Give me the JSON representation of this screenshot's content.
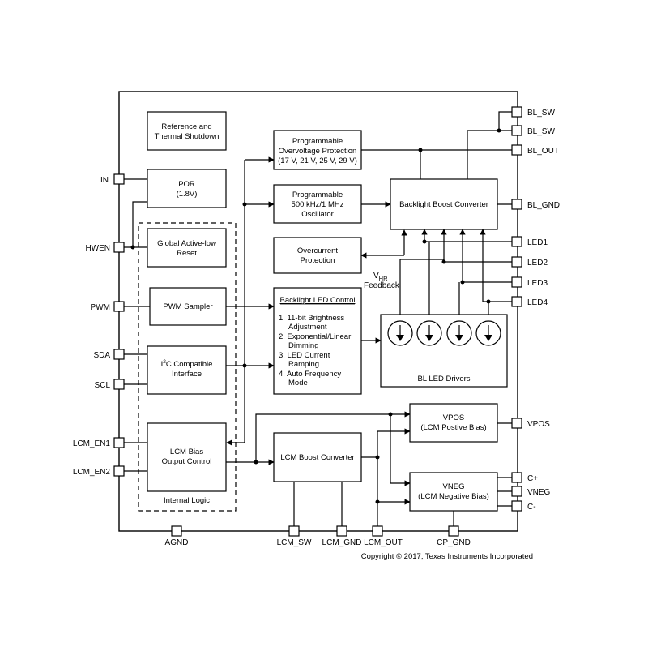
{
  "pins": {
    "bl_sw1": "BL_SW",
    "bl_sw2": "BL_SW",
    "bl_out": "BL_OUT",
    "in": "IN",
    "bl_gnd": "BL_GND",
    "hwen": "HWEN",
    "led1": "LED1",
    "led2": "LED2",
    "led3": "LED3",
    "led4": "LED4",
    "pwm": "PWM",
    "sda": "SDA",
    "scl": "SCL",
    "vpos": "VPOS",
    "lcm_en1": "LCM_EN1",
    "lcm_en2": "LCM_EN2",
    "cplus": "C+",
    "vneg": "VNEG",
    "cminus": "C-",
    "agnd": "AGND",
    "lcm_sw": "LCM_SW",
    "lcm_gnd": "LCM_GND",
    "lcm_out": "LCM_OUT",
    "cp_gnd": "CP_GND"
  },
  "blocks": {
    "ref": [
      "Reference and",
      "Thermal Shutdown"
    ],
    "por": [
      "POR",
      "(1.8V)"
    ],
    "reset": [
      "Global Active-low",
      "Reset"
    ],
    "pwm_sampler": "PWM Sampler",
    "i2c": [
      "I",
      "2",
      "C Compatible",
      "Interface"
    ],
    "lcm_bias": [
      "LCM Bias",
      "Output Control"
    ],
    "internal_logic": "Internal Logic",
    "ovp": [
      "Programmable",
      "Overvoltage Protection",
      "(17 V, 21 V, 25 V, 29 V)"
    ],
    "osc": [
      "Programmable",
      "500 kHz/1 MHz",
      "Oscillator"
    ],
    "ocp": [
      "Overcurrent",
      "Protection"
    ],
    "bl_ctrl_title": "Backlight LED Control",
    "bl_ctrl_items": [
      "1. 11-bit Brightness",
      "Adjustment",
      "2. Exponential/Linear",
      "Dimming",
      "3. LED Current",
      "Ramping",
      "4. Auto Frequency",
      "Mode"
    ],
    "boost": "Backlight Boost Converter",
    "led_drivers": "BL LED Drivers",
    "lcm_boost": "LCM Boost Converter",
    "vpos": [
      "VPOS",
      "(LCM Postive Bias)"
    ],
    "vneg": [
      "VNEG",
      "(LCM Negative Bias)"
    ]
  },
  "vhr": {
    "v": "V",
    "sub": "HR",
    "feedback": "Feedback"
  },
  "copyright": "Copyright © 2017, Texas Instruments Incorporated"
}
